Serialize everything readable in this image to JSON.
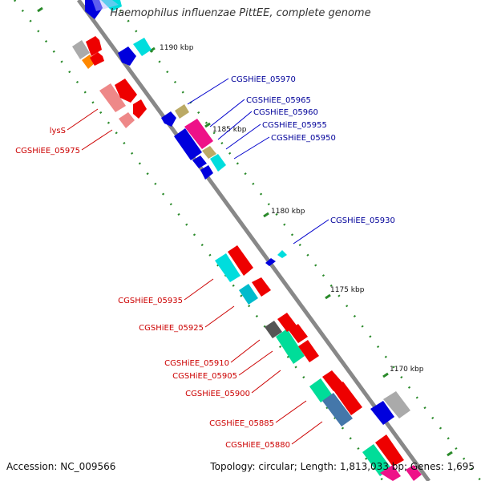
{
  "title": "Haemophilus influenzae PittEE, complete genome",
  "footer": {
    "accession": "Accession: NC_009566",
    "topology": "Topology: circular; Length: 1,813,033 bp; Genes: 1,695"
  },
  "ticks": [
    {
      "id": "tick-1190",
      "label": "1190 kbp"
    },
    {
      "id": "tick-1185",
      "label": "1185 kbp"
    },
    {
      "id": "tick-1180",
      "label": "1180 kbp"
    },
    {
      "id": "tick-1175",
      "label": "1175 kbp"
    },
    {
      "id": "tick-1170",
      "label": "1170 kbp"
    }
  ],
  "gene_labels": {
    "forward_strand": [
      "CGSHiEE_05970",
      "CGSHiEE_05965",
      "CGSHiEE_05960",
      "CGSHiEE_05955",
      "CGSHiEE_05950",
      "CGSHiEE_05930"
    ],
    "reverse_strand": [
      "lysS",
      "CGSHiEE_05975",
      "CGSHiEE_05935",
      "CGSHiEE_05925",
      "CGSHiEE_05910",
      "CGSHiEE_05905",
      "CGSHiEE_05900",
      "CGSHiEE_05885",
      "CGSHiEE_05880"
    ]
  },
  "colors": {
    "backbone": "#888888",
    "forward_label": "#000099",
    "reverse_label": "#cc0000",
    "tick_dash": "#2a8a2a",
    "feature_blue": "#0000dd",
    "feature_cyan": "#00dddd",
    "feature_red": "#ee0000",
    "feature_pink": "#ee8888",
    "feature_magenta": "#ee1188",
    "feature_green": "#00dd99",
    "feature_steel": "#4477aa",
    "feature_gray": "#999999",
    "feature_dark": "#555555",
    "feature_orange": "#ff8800",
    "feature_khaki": "#bbaa66"
  }
}
